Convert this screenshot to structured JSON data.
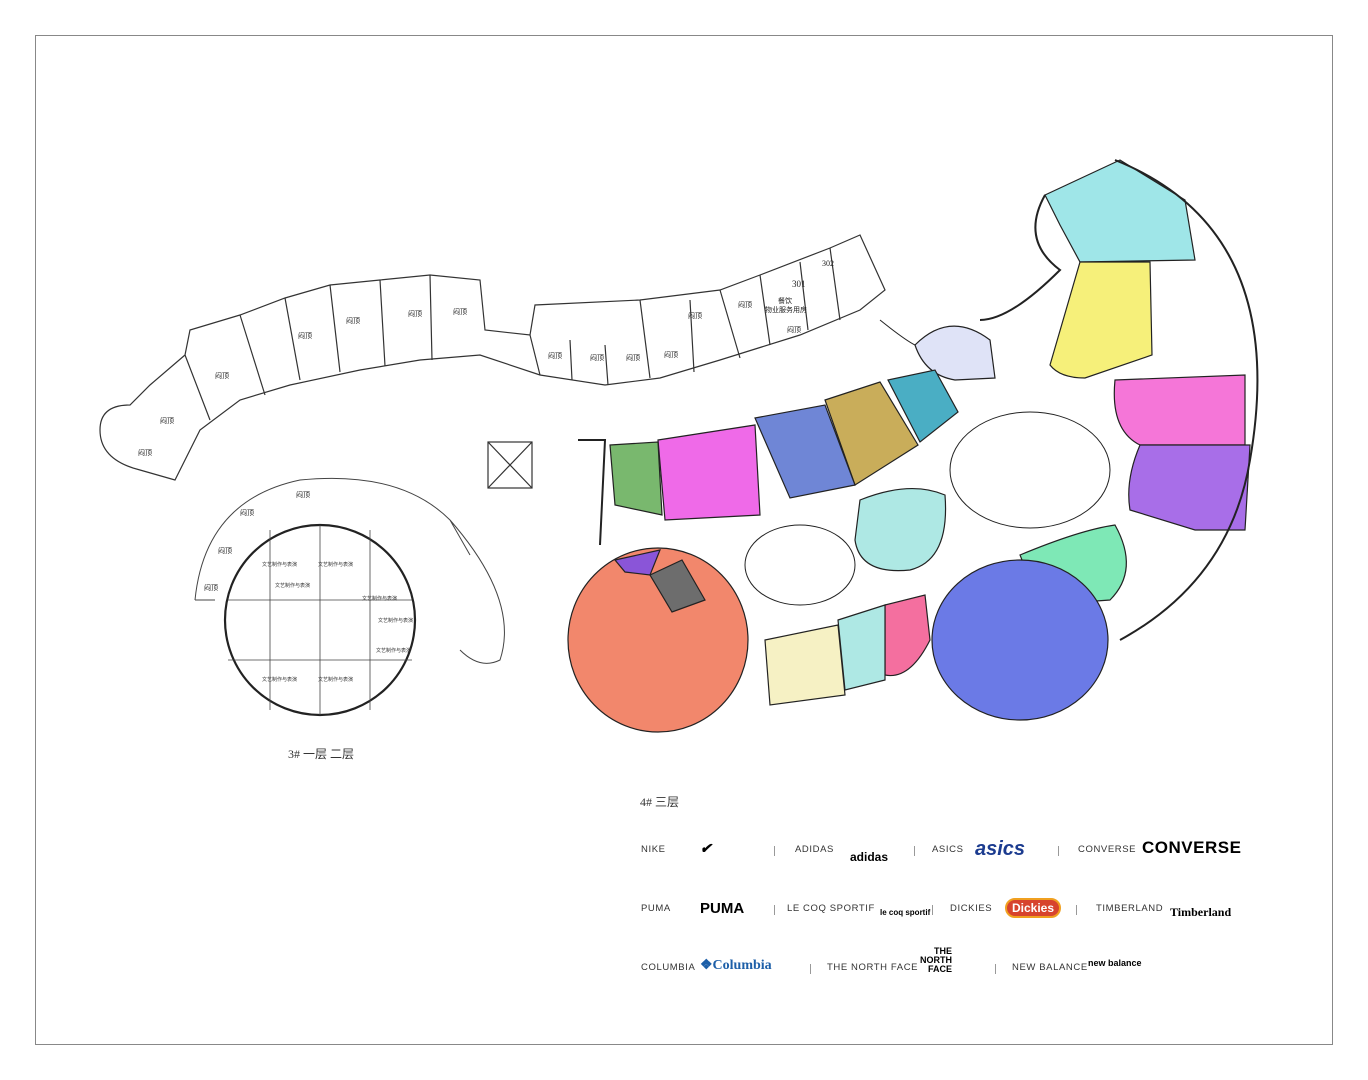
{
  "plan": {
    "building3_caption": "3# 一层 二层",
    "building4_caption": "4# 三层",
    "roof_label": "闷顶",
    "units": [
      {
        "name": "301",
        "text": "301"
      },
      {
        "name": "302",
        "text": "302"
      }
    ],
    "unit_label_food": "餐饮",
    "unit_label_property": "物业服务用房",
    "hall_label": "文艺制作与表演",
    "colors": {
      "cyan": "#9fe6e8",
      "yellow": "#f6f07a",
      "lavender": "#dfe3f7",
      "teal": "#4aaec4",
      "olive": "#c9ad5a",
      "blue": "#6f86d6",
      "magenta": "#ef6ae8",
      "green": "#79b86e",
      "pink": "#f576d8",
      "purple": "#a86ee8",
      "mint": "#7ee8b6",
      "hotpink": "#f46f9f",
      "royal": "#6b7ae6",
      "orange": "#f2876c",
      "gray": "#6d6d6d",
      "violet": "#8a55d8",
      "cream": "#f6f1c4",
      "aqua": "#aee8e4"
    }
  },
  "brands": [
    {
      "name": "NIKE",
      "logo": "NIKE"
    },
    {
      "name": "ADIDAS",
      "logo": "adidas"
    },
    {
      "name": "ASICS",
      "logo": "asics"
    },
    {
      "name": "CONVERSE",
      "logo": "CONVERSE"
    },
    {
      "name": "PUMA",
      "logo": "PUMA"
    },
    {
      "name": "LE COQ SPORTIF",
      "logo": "le coq sportif"
    },
    {
      "name": "DICKIES",
      "logo": "Dickies"
    },
    {
      "name": "TIMBERLAND",
      "logo": "Timberland"
    },
    {
      "name": "COLUMBIA",
      "logo": "Columbia"
    },
    {
      "name": "THE NORTH FACE",
      "logo": "THE NORTH FACE"
    },
    {
      "name": "NEW BALANCE",
      "logo": "new balance"
    }
  ]
}
